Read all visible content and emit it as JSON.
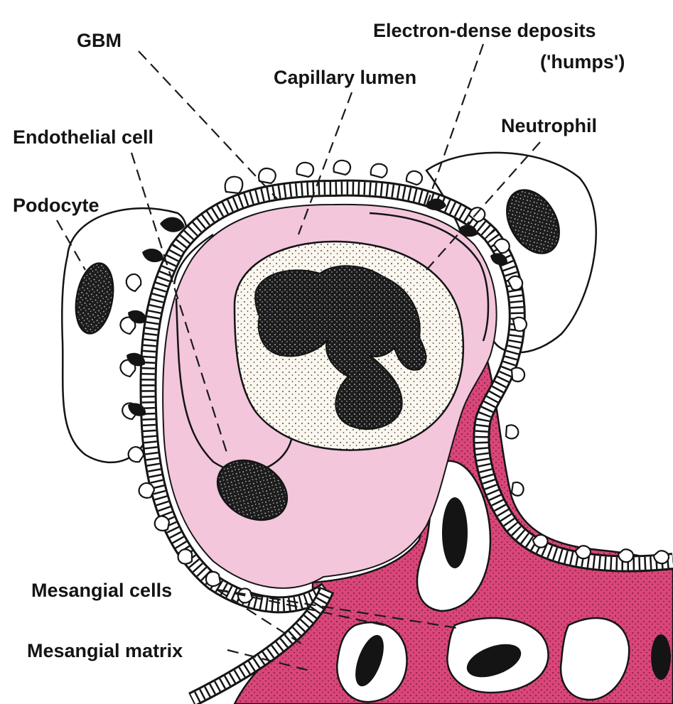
{
  "labels": {
    "gbm": "GBM",
    "deposits_line1": "Electron-dense deposits",
    "deposits_line2": "('humps')",
    "capillary_lumen": "Capillary lumen",
    "endothelial_cell": "Endothelial cell",
    "neutrophil": "Neutrophil",
    "podocyte": "Podocyte",
    "mesangial_cells": "Mesangial cells",
    "mesangial_matrix": "Mesangial matrix"
  },
  "colors": {
    "lumen": "#f3c6dc",
    "mesangial_matrix": "#d9467a",
    "nucleus": "#1a1a1a",
    "cytoplasm_stipple": "#faf6f0",
    "outline": "#141414"
  }
}
